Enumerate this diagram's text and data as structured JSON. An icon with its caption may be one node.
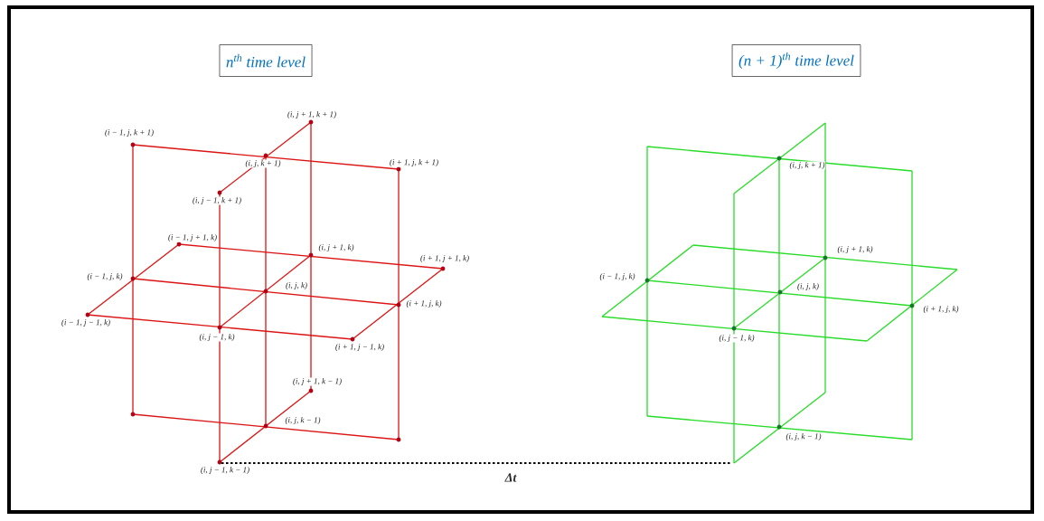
{
  "diagram": {
    "nodes": [
      {
        "text": [
          "n$^{th}$ time level"
        ]
      },
      {
        "text": [
          "(n + 1)$^{th}$ time level"
        ]
      }
    ],
    "edges": [],
    "labels": [
      "(i, j + 1, k + 1)",
      "(i − 1, j, k + 1)",
      "(i, j, k + 1)",
      "(i + 1, j, k + 1)",
      "(i, j − 1, k + 1)",
      "(i − 1, j + 1, k)",
      "(i, j + 1, k)",
      "(i + 1, j + 1, k)",
      "(i − 1, j, k)",
      "(i, j, k)",
      "(i + 1, j, k)",
      "(i − 1, j − 1, k)",
      "(i, j − 1, k)",
      "(i + 1, j − 1, k)",
      "(i, j + 1, k − 1)",
      "(i, j, k − 1)",
      "(i, j − 1, k − 1)",
      "(i, j, k + 1)",
      "(i, j + 1, k)",
      "(i − 1, j, k)",
      "(i, j, k)",
      "(i + 1, j, k)",
      "(i, j − 1, k)",
      "(i, j, k − 1)",
      "Δt"
    ]
  }
}
